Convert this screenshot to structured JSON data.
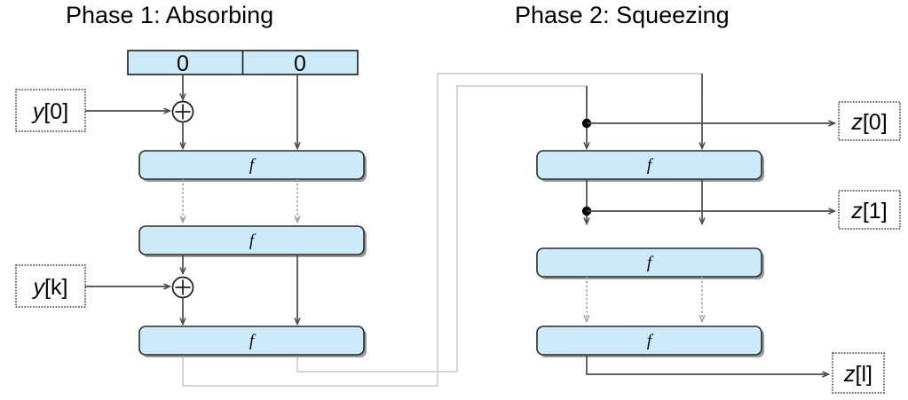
{
  "diagram": {
    "kind": "sponge-construction",
    "colors": {
      "block_fill": "#cdeafa",
      "block_stroke": "#2b2b2b",
      "solid_line": "#4a4a4a",
      "dashed_arrow": "#9a9a9a",
      "feedback_loop": "#c9c9c9",
      "background": "#ffffff",
      "text": "#000000"
    },
    "titles": {
      "phase1": "Phase 1: Absorbing",
      "phase2": "Phase 2: Squeezing"
    },
    "state_register": {
      "left_cell": "0",
      "right_cell": "0"
    },
    "phase1": {
      "inputs": [
        {
          "label": "y[0]",
          "italic_part": "y",
          "bracket_part": "[0]"
        },
        {
          "label": "y[k]",
          "italic_part": "y",
          "bracket_part": "[k]"
        }
      ],
      "permutation_label": "f",
      "permutation_blocks": [
        {
          "label": "f"
        },
        {
          "label": "f"
        },
        {
          "label": "f"
        }
      ],
      "xor_symbol": "+",
      "xor_count": 2
    },
    "phase2": {
      "permutation_label": "f",
      "permutation_blocks": [
        {
          "label": "f"
        },
        {
          "label": "f"
        },
        {
          "label": "f"
        }
      ],
      "outputs": [
        {
          "label": "z[0]",
          "italic_part": "z",
          "bracket_part": "[0]"
        },
        {
          "label": "z[1]",
          "italic_part": "z",
          "bracket_part": "[1]"
        },
        {
          "label": "z[l]",
          "italic_part": "z",
          "bracket_part": "[l]"
        }
      ],
      "tap_dot_count": 2
    }
  }
}
